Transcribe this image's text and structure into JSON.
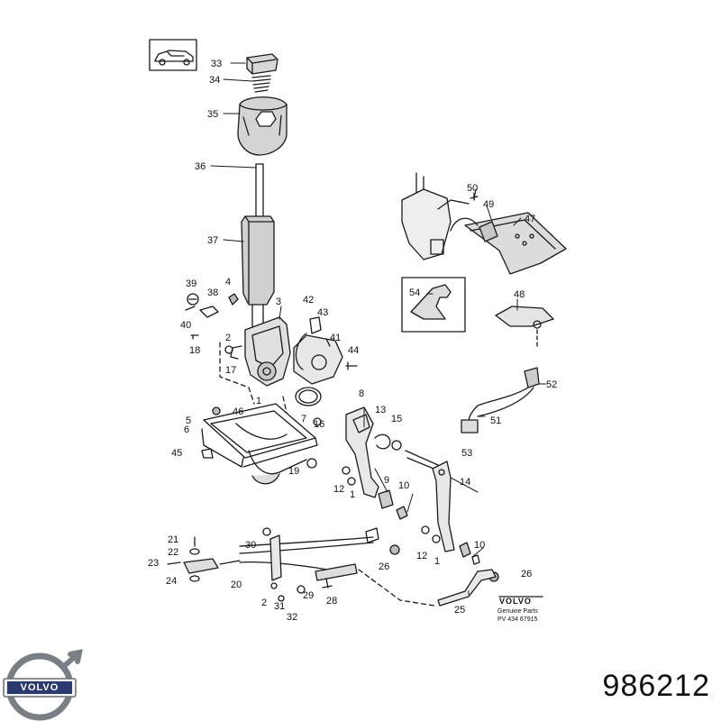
{
  "diagram": {
    "callouts": [
      "33",
      "34",
      "35",
      "36",
      "37",
      "39",
      "38",
      "4",
      "3",
      "42",
      "43",
      "41",
      "44",
      "40",
      "2",
      "18",
      "17",
      "1",
      "46",
      "5",
      "6",
      "45",
      "19",
      "7",
      "16",
      "8",
      "13",
      "15",
      "9",
      "12",
      "1",
      "10",
      "14",
      "21",
      "22",
      "23",
      "24",
      "20",
      "30",
      "2",
      "31",
      "32",
      "29",
      "28",
      "26",
      "25",
      "12",
      "1",
      "10",
      "26",
      "50",
      "49",
      "47",
      "54",
      "48",
      "52",
      "51",
      "53"
    ],
    "stamp": {
      "brand": "VOLVO",
      "line1": "Genuine Parts",
      "line2": "PV 434 67915"
    }
  },
  "footer": {
    "logo_text": "VOLVO",
    "part_number": "986212"
  }
}
